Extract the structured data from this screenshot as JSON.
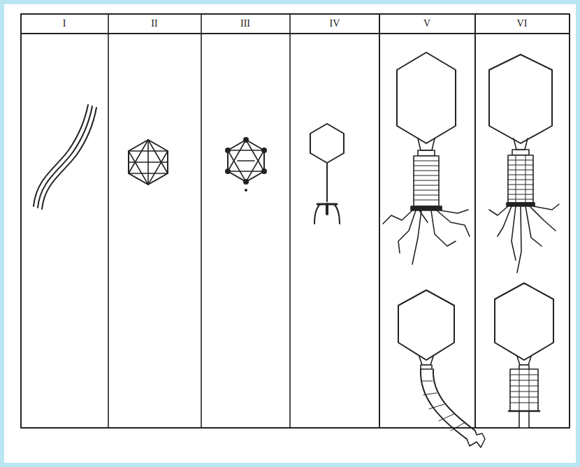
{
  "diagram": {
    "labels": [
      "I",
      "II",
      "III",
      "IV",
      "V",
      "VI"
    ]
  }
}
